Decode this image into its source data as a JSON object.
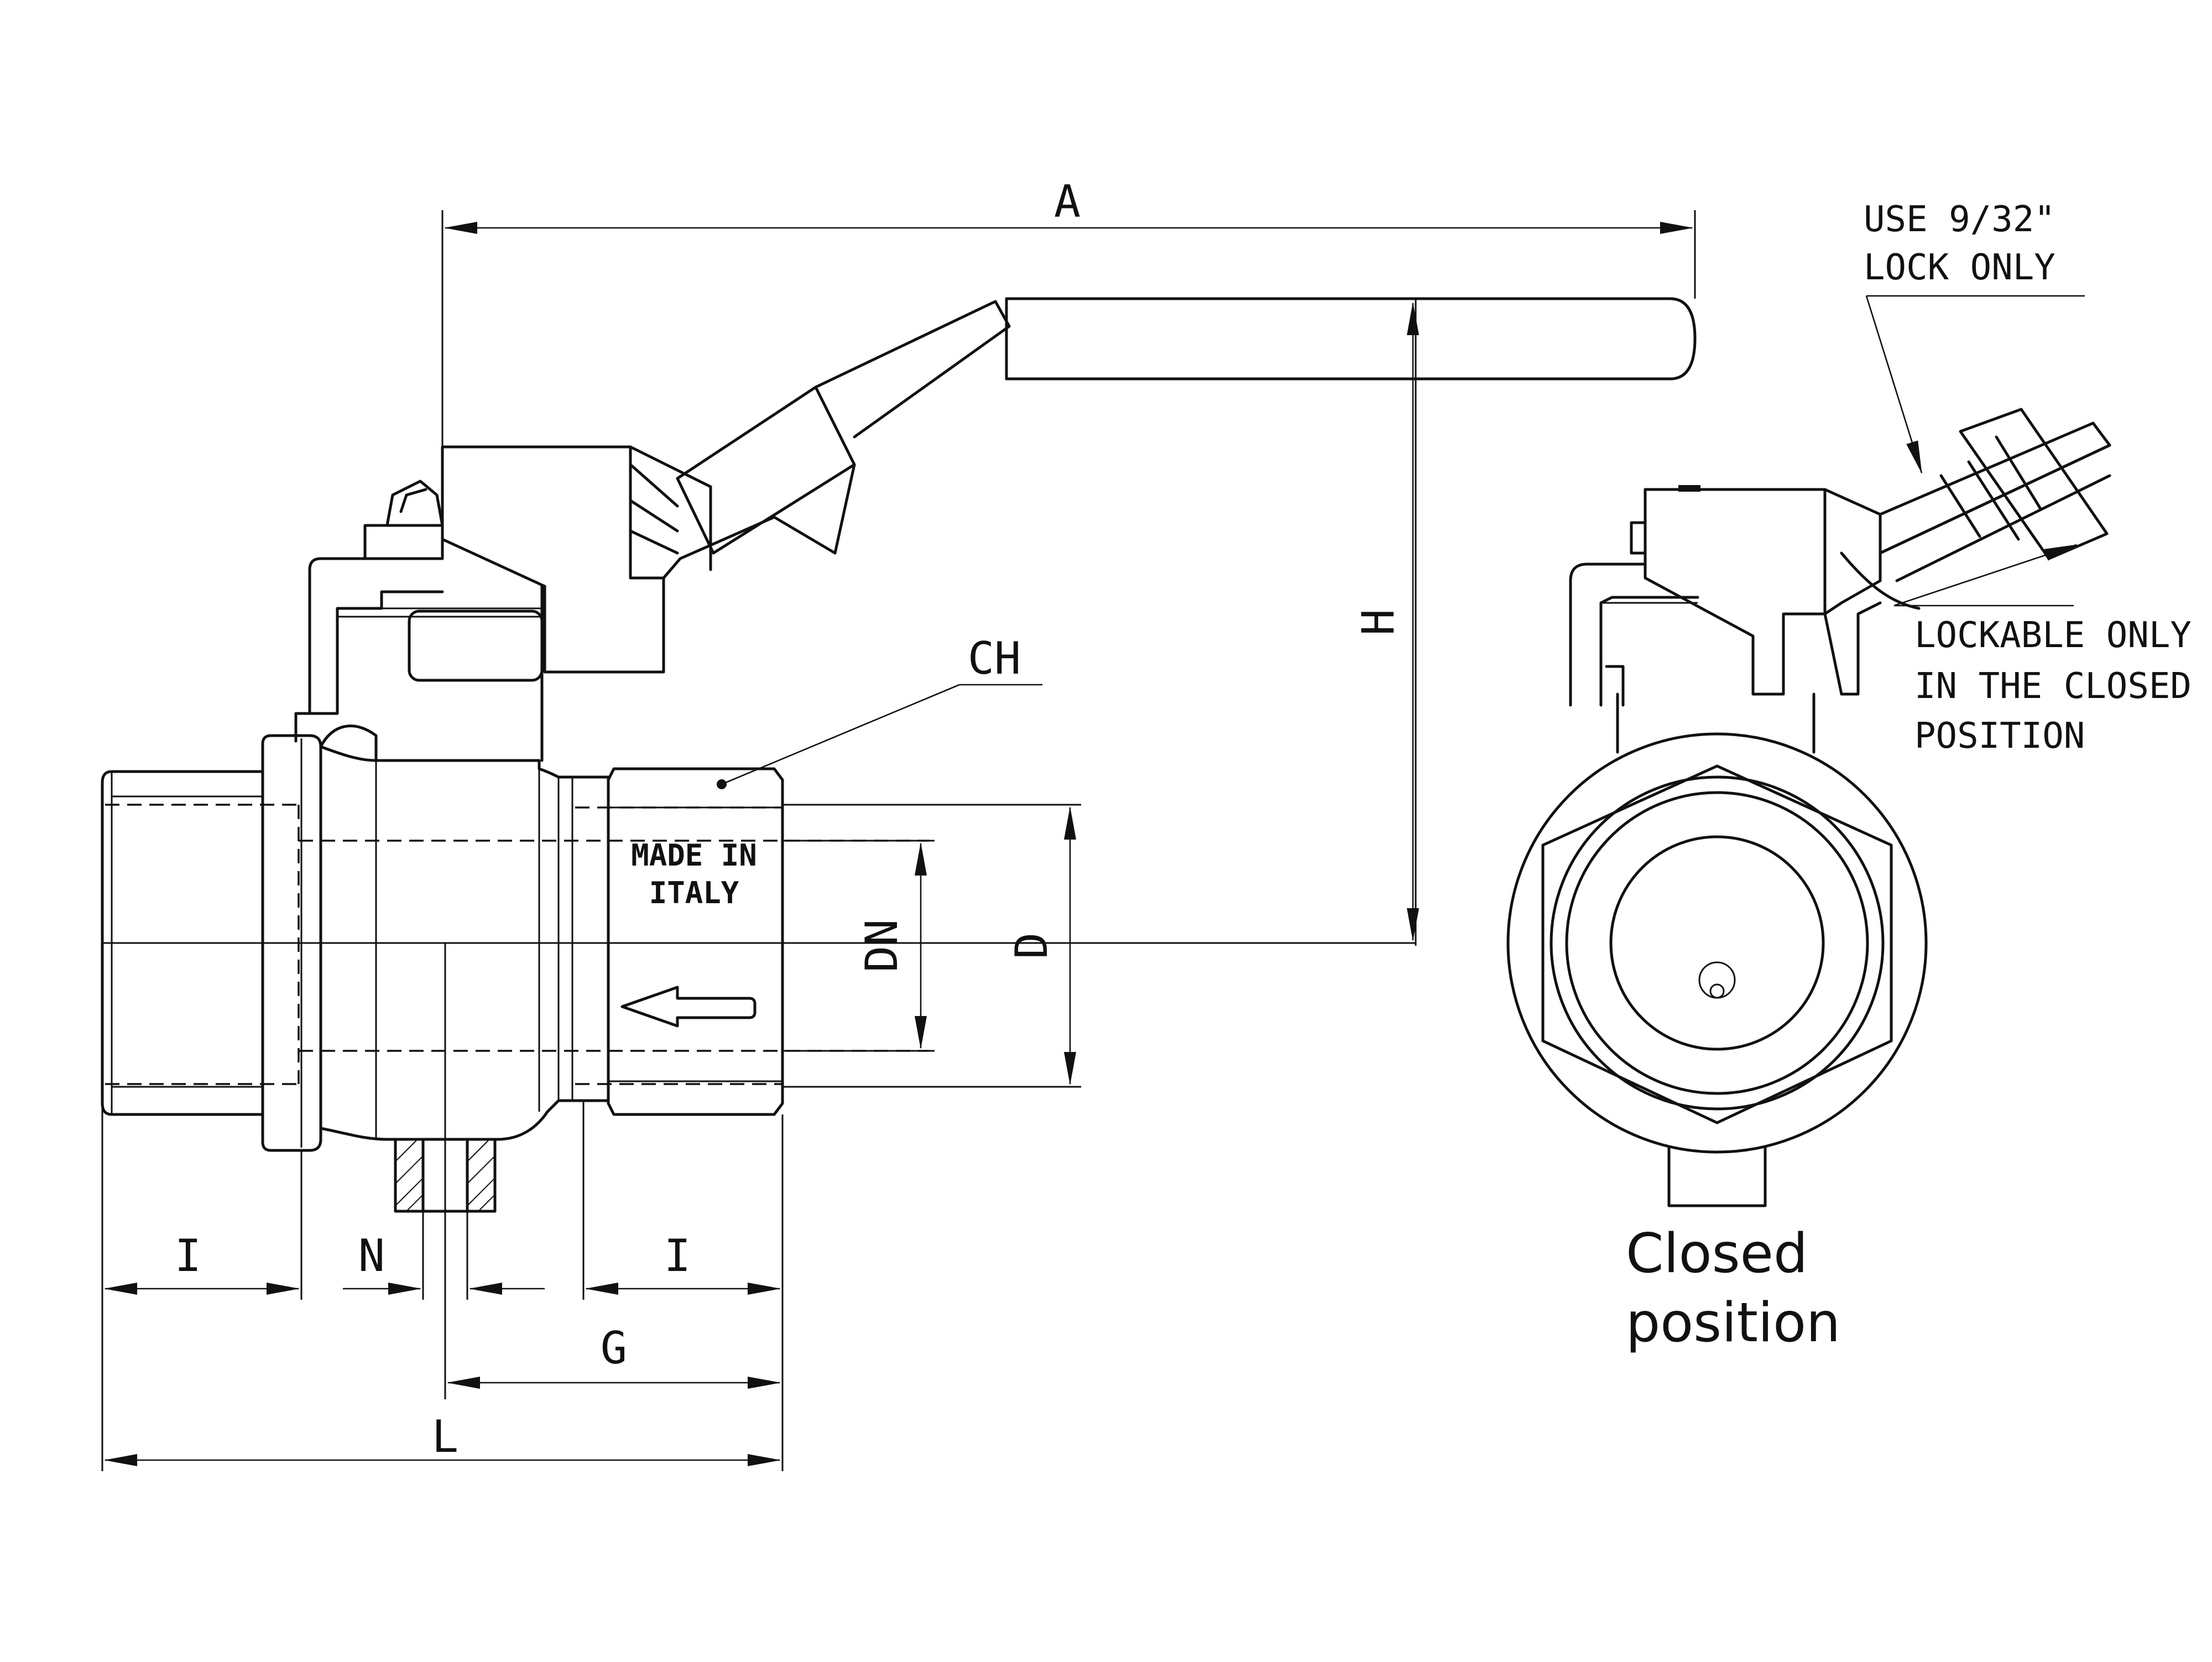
{
  "labels": {
    "A": "A",
    "H": "H",
    "CH": "CH",
    "DN": "DN",
    "D": "D",
    "I_left": "I",
    "I_right": "I",
    "N": "N",
    "G": "G",
    "L": "L"
  },
  "notes": {
    "lock_line1": "USE 9/32\"",
    "lock_line2": "LOCK ONLY",
    "lockable_line1": "LOCKABLE ONLY",
    "lockable_line2": "IN THE CLOSED",
    "lockable_line3": "POSITION"
  },
  "body_marking": {
    "line1": "MADE IN",
    "line2": "ITALY"
  },
  "caption": {
    "line1": "Closed",
    "line2": "position"
  }
}
